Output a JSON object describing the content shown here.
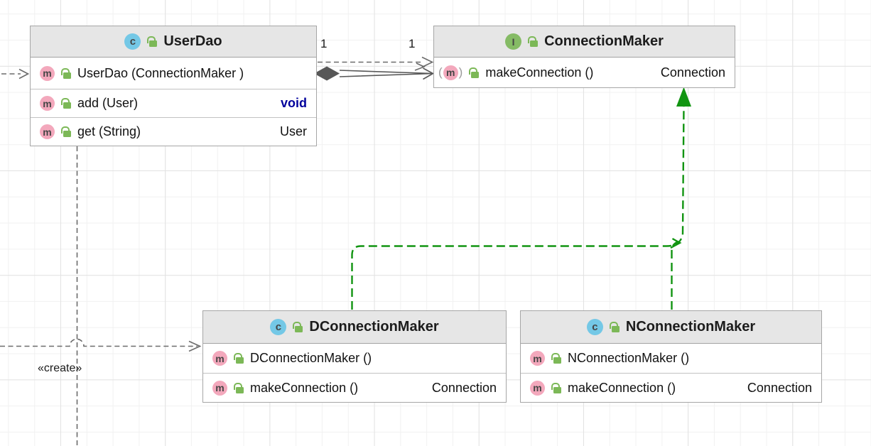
{
  "icons": {
    "class_letter": "c",
    "interface_letter": "I",
    "method_letter": "m",
    "paren_open": "(",
    "paren_close": ")"
  },
  "colors": {
    "class_icon_bg": "#74c8e6",
    "interface_icon_bg": "#85bb65",
    "method_icon_bg": "#f3a8bc",
    "lock_green": "#7cb857",
    "edge_gray": "#6b6b6b",
    "edge_green": "#119411",
    "void_keyword": "#00009c",
    "header_bg": "#e6e6e6",
    "box_border": "#a6a6a6"
  },
  "classes": [
    {
      "name": "UserDao",
      "kind": "class",
      "methods": [
        {
          "name": "UserDao (ConnectionMaker )",
          "type": ""
        },
        {
          "name": "add (User)",
          "type": "void"
        },
        {
          "name": "get (String)",
          "type": "User"
        }
      ]
    },
    {
      "name": "ConnectionMaker",
      "kind": "interface",
      "methods": [
        {
          "name": "makeConnection ()",
          "type": "Connection"
        }
      ]
    },
    {
      "name": "DConnectionMaker",
      "kind": "class",
      "methods": [
        {
          "name": "DConnectionMaker ()",
          "type": ""
        },
        {
          "name": "makeConnection ()",
          "type": "Connection"
        }
      ]
    },
    {
      "name": "NConnectionMaker",
      "kind": "class",
      "methods": [
        {
          "name": "NConnectionMaker ()",
          "type": ""
        },
        {
          "name": "makeConnection ()",
          "type": "Connection"
        }
      ]
    }
  ],
  "edge_labels": {
    "create_stereotype": "«create»",
    "source_multiplicity": "1",
    "target_multiplicity": "1"
  }
}
